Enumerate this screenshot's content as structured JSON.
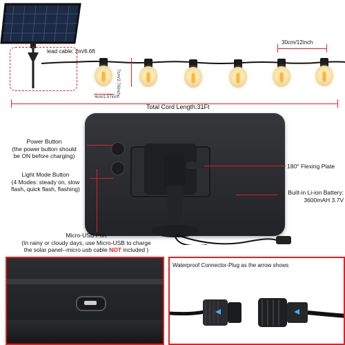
{
  "cable": {
    "lead_cable_label": "lead cable: 2m/6.6ft",
    "spacing_label": "30cm/12inch",
    "bulb_height_label": "7cm/2.76inch",
    "bulb_width_label": "4cm/1.57inch",
    "total_length_label": "Total Cord Length:31Ft"
  },
  "callouts": {
    "power_button_title": "Power Button",
    "power_button_desc_1": "(the power button should",
    "power_button_desc_2": "be ON before charging)",
    "light_mode_title": "Light Mode Button",
    "light_mode_desc_1": "(4 Modes: steady on, slow",
    "light_mode_desc_2": "flash, quick flash, flashing)",
    "flex_plate": "180° Flexing Plate",
    "battery_1": "Built-in Li-ion Battery:",
    "battery_2": "3600mAH 3.7V",
    "micro_usb_title": "Micro-USB Port",
    "micro_usb_desc_1": "(In rainy or cloudy days, use Micro-USB to charge",
    "micro_usb_desc_2a": "the solar panel--micro usb cable ",
    "micro_usb_desc_2b": "NOT",
    "micro_usb_desc_2c": " included )",
    "waterproof": "Waterproof Connector-Plug as the arrow shows"
  },
  "colors": {
    "accent_red": "#e02020",
    "panel": "#2a2b2f",
    "bulb_glow": "#ffb43a"
  }
}
